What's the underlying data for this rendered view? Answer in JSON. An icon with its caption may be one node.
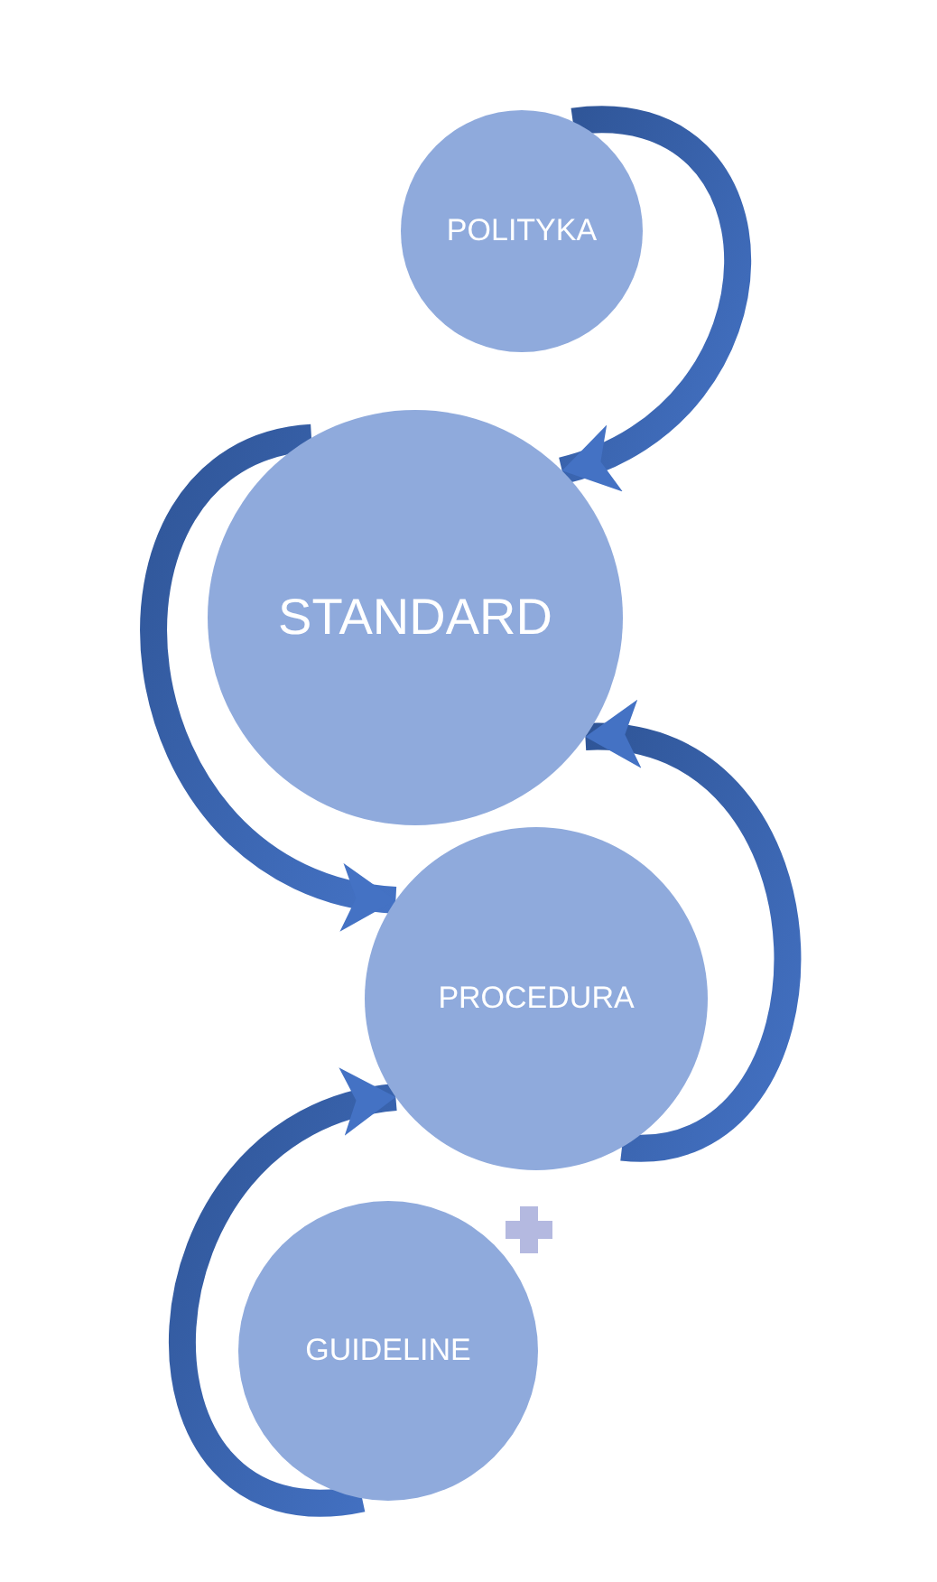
{
  "diagram": {
    "nodes": [
      {
        "text": [
          "POLITYKA"
        ]
      },
      {
        "text": [
          "STANDARD"
        ]
      },
      {
        "text": [
          "PROCEDURA"
        ]
      },
      {
        "text": [
          "GUIDELINE"
        ]
      }
    ],
    "edges": [
      {
        "from": 0,
        "to": 1,
        "arrow": "to"
      },
      {
        "from": 1,
        "to": 2,
        "arrow": "to"
      },
      {
        "from": 2,
        "to": 1,
        "arrow": "to"
      },
      {
        "from": 3,
        "to": 2,
        "arrow": "to"
      }
    ]
  }
}
